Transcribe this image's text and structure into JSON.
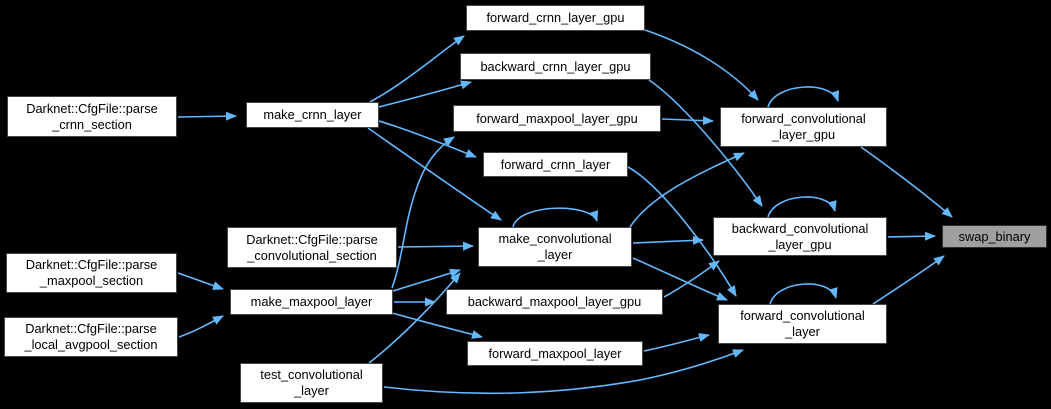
{
  "diagram": {
    "type": "call-graph",
    "root_function": "swap_binary",
    "colors": {
      "background": "#000000",
      "edge": "#63b8ff",
      "node_fill": "#ffffff",
      "node_border": "#464646",
      "highlight_node_fill": "#9f9f9f",
      "text": "#000000"
    },
    "nodes": [
      {
        "id": "parse_crnn_section",
        "line1": "Darknet::CfgFile::parse",
        "line2": "_crnn_section",
        "label": "Darknet::CfgFile::parse_crnn_section",
        "highlighted": false
      },
      {
        "id": "make_crnn_layer",
        "line1": "make_crnn_layer",
        "line2": "",
        "label": "make_crnn_layer",
        "highlighted": false
      },
      {
        "id": "forward_crnn_layer_gpu",
        "line1": "forward_crnn_layer_gpu",
        "line2": "",
        "label": "forward_crnn_layer_gpu",
        "highlighted": false
      },
      {
        "id": "backward_crnn_layer_gpu",
        "line1": "backward_crnn_layer_gpu",
        "line2": "",
        "label": "backward_crnn_layer_gpu",
        "highlighted": false
      },
      {
        "id": "forward_maxpool_layer_gpu",
        "line1": "forward_maxpool_layer_gpu",
        "line2": "",
        "label": "forward_maxpool_layer_gpu",
        "highlighted": false
      },
      {
        "id": "forward_crnn_layer",
        "line1": "forward_crnn_layer",
        "line2": "",
        "label": "forward_crnn_layer",
        "highlighted": false
      },
      {
        "id": "forward_convolutional_layer_gpu",
        "line1": "forward_convolutional",
        "line2": "_layer_gpu",
        "label": "forward_convolutional_layer_gpu",
        "highlighted": false
      },
      {
        "id": "parse_convolutional_section",
        "line1": "Darknet::CfgFile::parse",
        "line2": "_convolutional_section",
        "label": "Darknet::CfgFile::parse_convolutional_section",
        "highlighted": false
      },
      {
        "id": "make_convolutional_layer",
        "line1": "make_convolutional",
        "line2": "_layer",
        "label": "make_convolutional_layer",
        "highlighted": false
      },
      {
        "id": "backward_convolutional_layer_gpu",
        "line1": "backward_convolutional",
        "line2": "_layer_gpu",
        "label": "backward_convolutional_layer_gpu",
        "highlighted": false
      },
      {
        "id": "swap_binary",
        "line1": "swap_binary",
        "line2": "",
        "label": "swap_binary",
        "highlighted": true
      },
      {
        "id": "parse_maxpool_section",
        "line1": "Darknet::CfgFile::parse",
        "line2": "_maxpool_section",
        "label": "Darknet::CfgFile::parse_maxpool_section",
        "highlighted": false
      },
      {
        "id": "make_maxpool_layer",
        "line1": "make_maxpool_layer",
        "line2": "",
        "label": "make_maxpool_layer",
        "highlighted": false
      },
      {
        "id": "backward_maxpool_layer_gpu",
        "line1": "backward_maxpool_layer_gpu",
        "line2": "",
        "label": "backward_maxpool_layer_gpu",
        "highlighted": false
      },
      {
        "id": "parse_local_avgpool_section",
        "line1": "Darknet::CfgFile::parse",
        "line2": "_local_avgpool_section",
        "label": "Darknet::CfgFile::parse_local_avgpool_section",
        "highlighted": false
      },
      {
        "id": "forward_maxpool_layer",
        "line1": "forward_maxpool_layer",
        "line2": "",
        "label": "forward_maxpool_layer",
        "highlighted": false
      },
      {
        "id": "forward_convolutional_layer",
        "line1": "forward_convolutional",
        "line2": "_layer",
        "label": "forward_convolutional_layer",
        "highlighted": false
      },
      {
        "id": "test_convolutional_layer",
        "line1": "test_convolutional",
        "line2": "_layer",
        "label": "test_convolutional_layer",
        "highlighted": false
      }
    ],
    "edges": [
      {
        "from": "parse_crnn_section",
        "to": "make_crnn_layer"
      },
      {
        "from": "make_crnn_layer",
        "to": "forward_crnn_layer_gpu"
      },
      {
        "from": "make_crnn_layer",
        "to": "backward_crnn_layer_gpu"
      },
      {
        "from": "make_crnn_layer",
        "to": "forward_crnn_layer"
      },
      {
        "from": "make_crnn_layer",
        "to": "make_convolutional_layer"
      },
      {
        "from": "forward_crnn_layer_gpu",
        "to": "forward_convolutional_layer_gpu"
      },
      {
        "from": "backward_crnn_layer_gpu",
        "to": "backward_convolutional_layer_gpu"
      },
      {
        "from": "forward_maxpool_layer_gpu",
        "to": "forward_convolutional_layer_gpu"
      },
      {
        "from": "forward_crnn_layer",
        "to": "forward_convolutional_layer"
      },
      {
        "from": "parse_convolutional_section",
        "to": "make_convolutional_layer"
      },
      {
        "from": "make_convolutional_layer",
        "to": "make_convolutional_layer"
      },
      {
        "from": "make_convolutional_layer",
        "to": "forward_convolutional_layer_gpu"
      },
      {
        "from": "make_convolutional_layer",
        "to": "backward_convolutional_layer_gpu"
      },
      {
        "from": "make_convolutional_layer",
        "to": "forward_convolutional_layer"
      },
      {
        "from": "parse_maxpool_section",
        "to": "make_maxpool_layer"
      },
      {
        "from": "parse_local_avgpool_section",
        "to": "make_maxpool_layer"
      },
      {
        "from": "make_maxpool_layer",
        "to": "forward_maxpool_layer_gpu"
      },
      {
        "from": "make_maxpool_layer",
        "to": "backward_maxpool_layer_gpu"
      },
      {
        "from": "make_maxpool_layer",
        "to": "make_convolutional_layer"
      },
      {
        "from": "make_maxpool_layer",
        "to": "forward_maxpool_layer"
      },
      {
        "from": "test_convolutional_layer",
        "to": "make_convolutional_layer"
      },
      {
        "from": "test_convolutional_layer",
        "to": "forward_convolutional_layer"
      },
      {
        "from": "backward_maxpool_layer_gpu",
        "to": "backward_convolutional_layer_gpu"
      },
      {
        "from": "forward_maxpool_layer",
        "to": "forward_convolutional_layer"
      },
      {
        "from": "forward_convolutional_layer_gpu",
        "to": "forward_convolutional_layer_gpu"
      },
      {
        "from": "forward_convolutional_layer_gpu",
        "to": "swap_binary"
      },
      {
        "from": "backward_convolutional_layer_gpu",
        "to": "backward_convolutional_layer_gpu"
      },
      {
        "from": "backward_convolutional_layer_gpu",
        "to": "swap_binary"
      },
      {
        "from": "forward_convolutional_layer",
        "to": "forward_convolutional_layer"
      },
      {
        "from": "forward_convolutional_layer",
        "to": "swap_binary"
      }
    ]
  }
}
